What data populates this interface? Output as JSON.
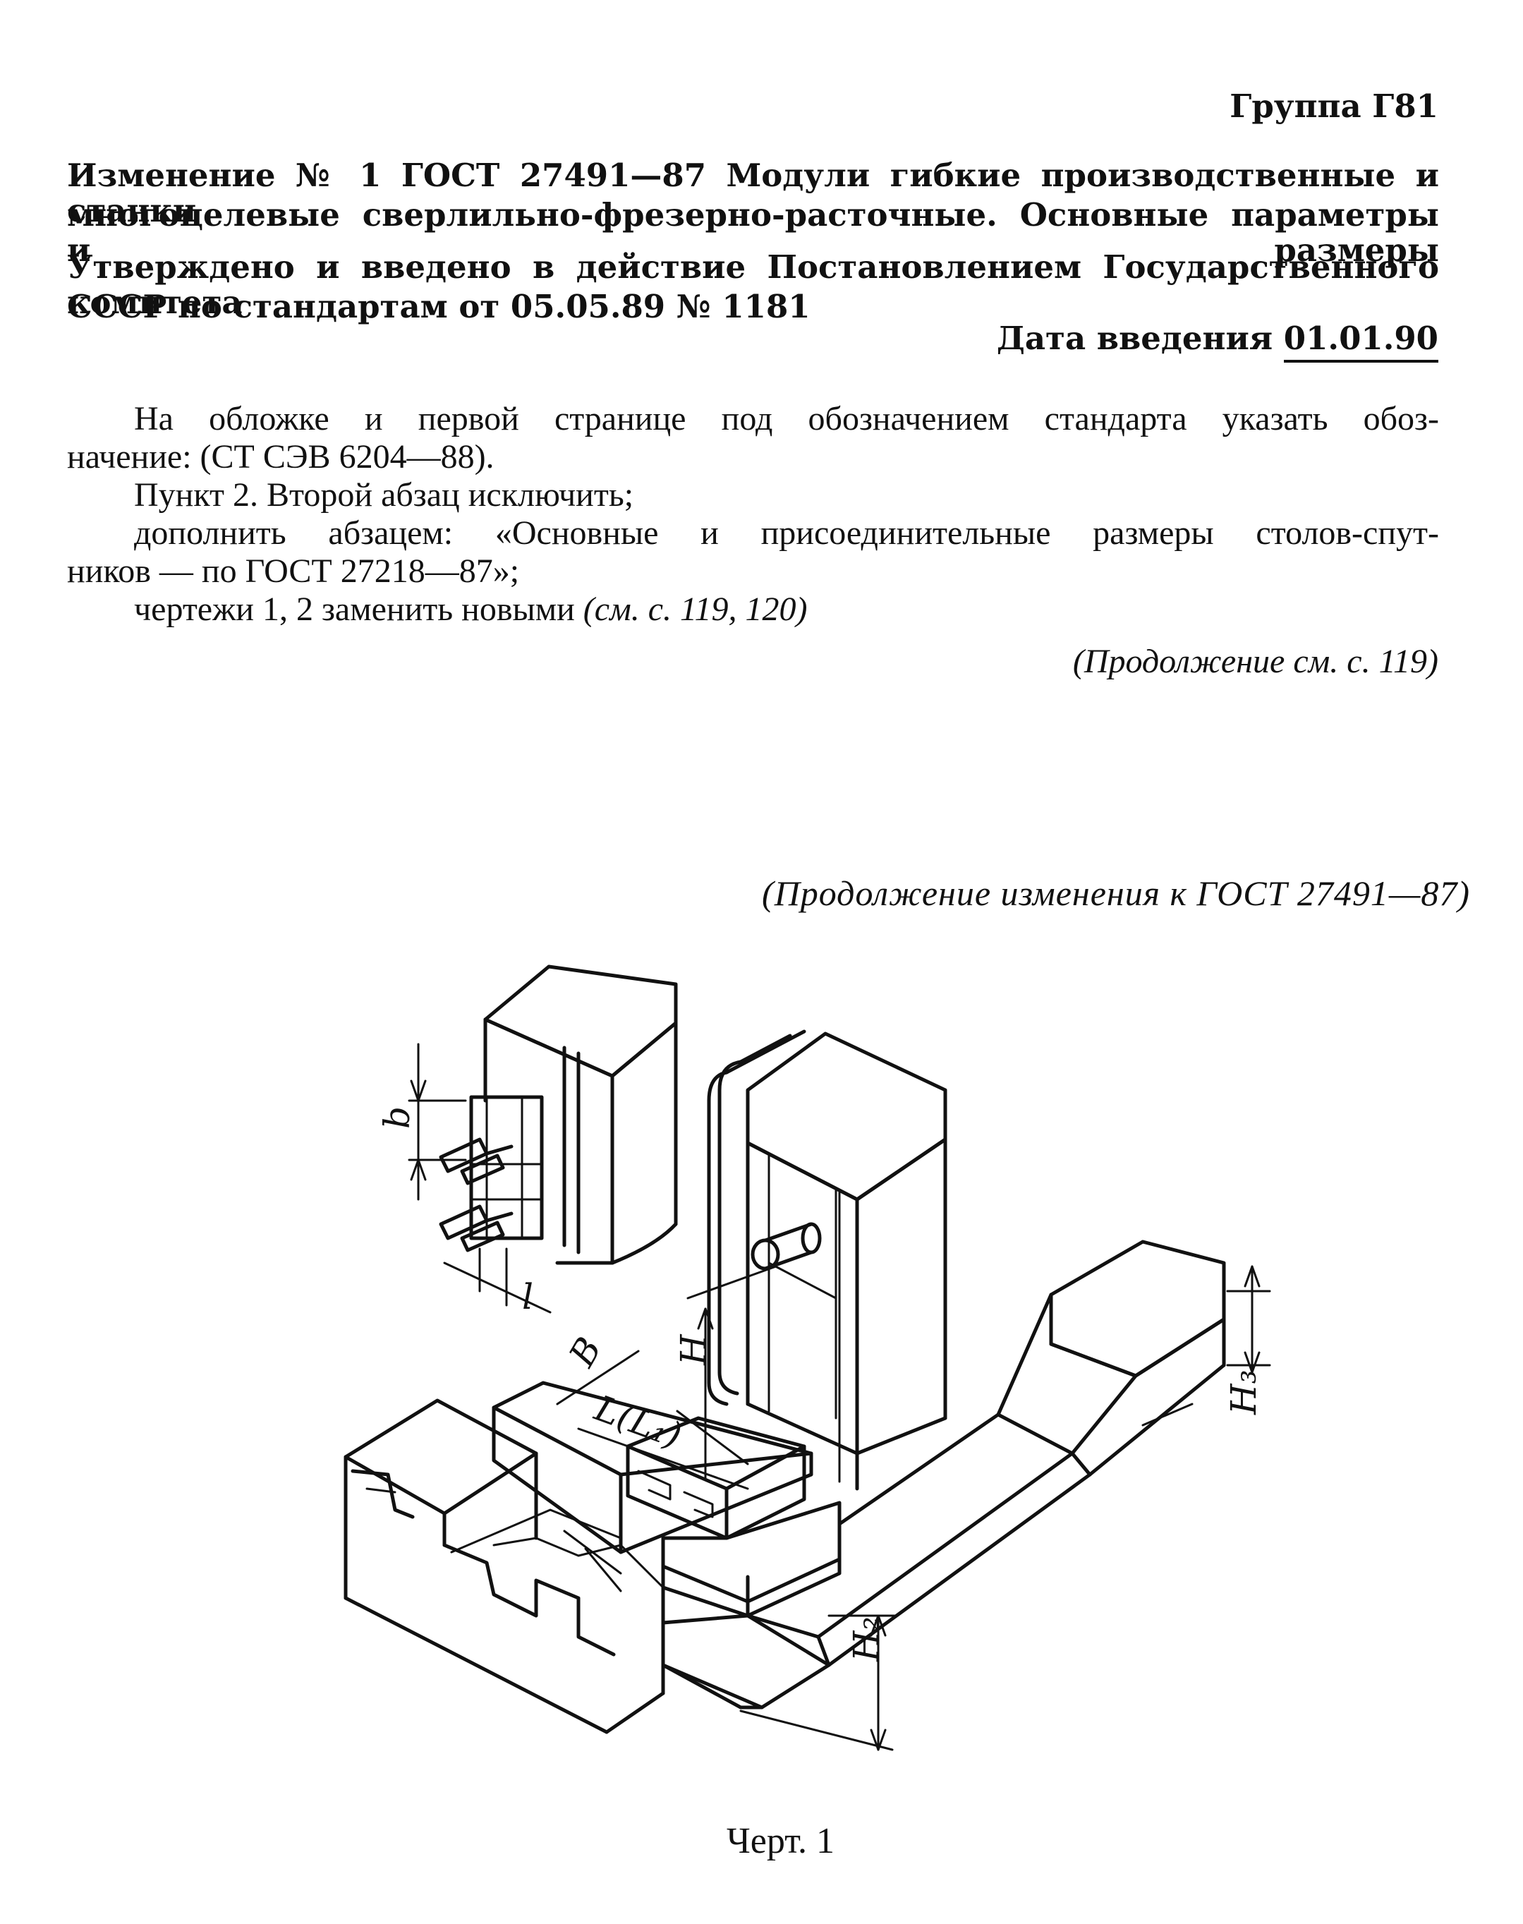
{
  "header": {
    "group": "Группа Г81"
  },
  "change": {
    "title_line1": "Изменение № 1 ГОСТ 27491—87 Модули гибкие производственные и станки",
    "title_line2": "многоцелевые сверлильно-фрезерно-расточные. Основные параметры и размеры",
    "approved_line1": "Утверждено и введено в действие Постановлением Государственного комитета",
    "approved_line2": "СССР по стандартам от 05.05.89 № 1181",
    "date_label": "Дата введения",
    "date_value": "01.01.90"
  },
  "body": {
    "p1_line1": "На обложке и первой странице под обозначением стандарта указать обоз-",
    "p1_line2": "начение: (СТ СЭВ 6204—88).",
    "p2": "Пункт 2. Второй абзац исключить;",
    "p3_line1": "дополнить абзацем: «Основные и присоединительные размеры столов-спут-",
    "p3_line2": "ников — по ГОСТ 27218—87»;",
    "p4_text": "чертежи 1, 2 заменить новыми",
    "p4_ref": "(см. с. 119, 120)",
    "continued": "(Продолжение см. с. 119)"
  },
  "continuation": {
    "header": "(Продолжение изменения к ГОСТ 27491—87)"
  },
  "figure": {
    "labels": {
      "b": "b",
      "l": "l",
      "B": "B",
      "L": "L(L₁)",
      "H": "H",
      "H2": "H₂",
      "H3": "H₃"
    },
    "caption": "Черт. 1"
  }
}
